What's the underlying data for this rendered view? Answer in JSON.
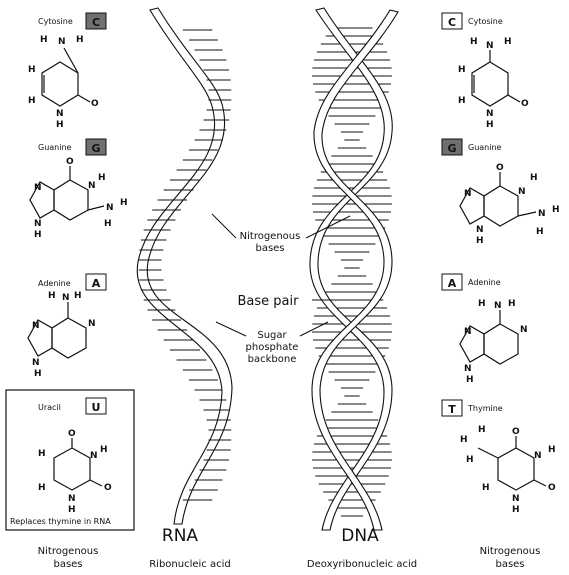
{
  "left_panel": {
    "cytosine": {
      "name": "Cytosine",
      "letter": "C"
    },
    "guanine": {
      "name": "Guanine",
      "letter": "G"
    },
    "adenine": {
      "name": "Adenine",
      "letter": "A"
    },
    "uracil": {
      "name": "Uracil",
      "letter": "U",
      "note": "Replaces thymine in RNA"
    },
    "footer": [
      "Nitrogenous",
      "bases"
    ]
  },
  "right_panel": {
    "cytosine": {
      "name": "Cytosine",
      "letter": "C"
    },
    "guanine": {
      "name": "Guanine",
      "letter": "G"
    },
    "adenine": {
      "name": "Adenine",
      "letter": "A"
    },
    "thymine": {
      "name": "Thymine",
      "letter": "T"
    },
    "footer": [
      "Nitrogenous",
      "bases"
    ]
  },
  "rna": {
    "title": "RNA",
    "subtitle": "Ribonucleic acid"
  },
  "dna": {
    "title": "DNA",
    "subtitle": "Deoxyribonucleic acid"
  },
  "callouts": {
    "nitrogenous_bases": [
      "Nitrogenous",
      "bases"
    ],
    "base_pair": "Base pair",
    "backbone": [
      "Sugar",
      "phosphate",
      "backbone"
    ]
  },
  "atoms": {
    "N": "N",
    "H": "H",
    "O": "O"
  },
  "colors": {
    "dark_box": "#707070",
    "line": "#111111",
    "background": "#ffffff"
  }
}
